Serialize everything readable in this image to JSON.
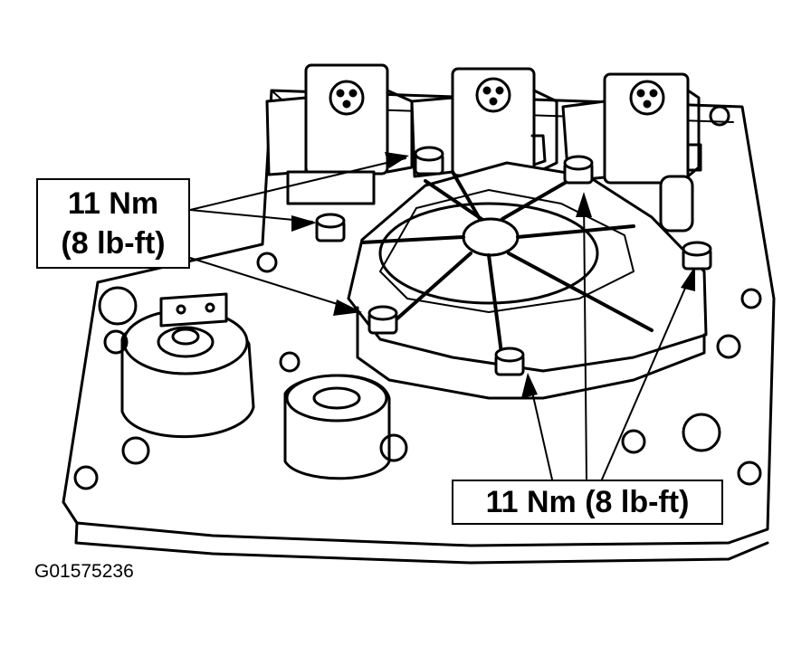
{
  "callouts": {
    "left": {
      "line1": "11 Nm",
      "line2": "(8 lb-ft)"
    },
    "right": {
      "text": "11 Nm (8 lb-ft)"
    }
  },
  "figure_id": "G01575236",
  "colors": {
    "ink": "#000000",
    "paper": "#ffffff",
    "shade": "#e8e8e8"
  }
}
